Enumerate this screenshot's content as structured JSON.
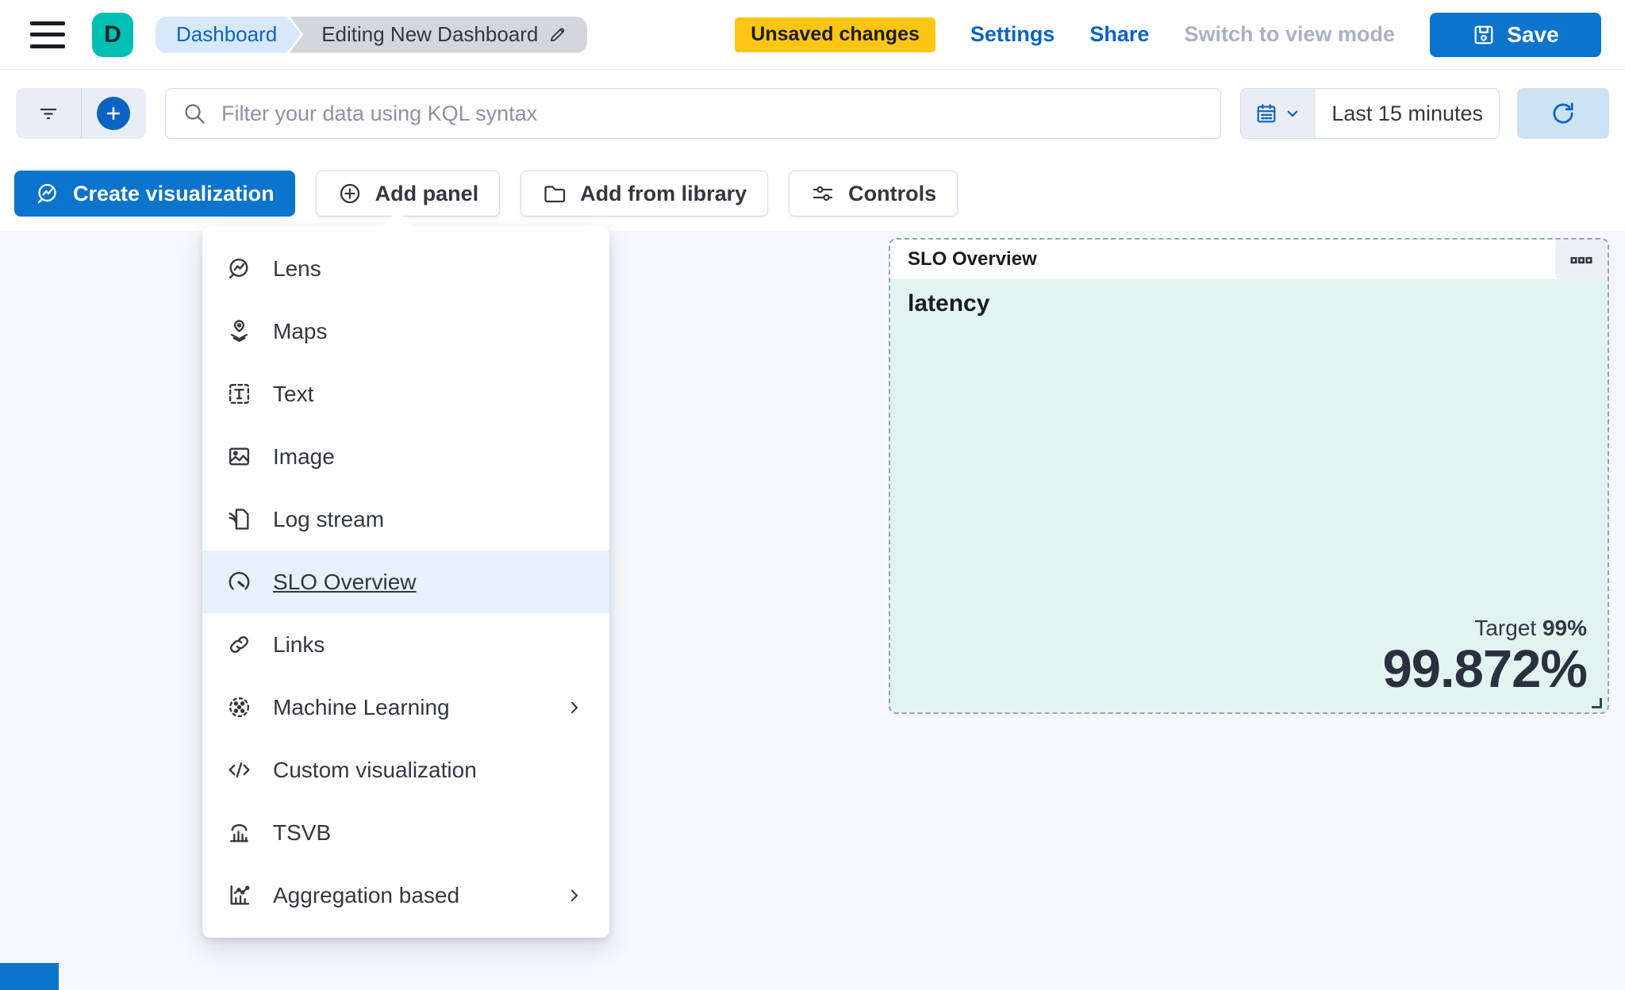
{
  "header": {
    "app_letter": "D",
    "breadcrumbs": {
      "root": "Dashboard",
      "current": "Editing New Dashboard"
    },
    "unsaved_badge": "Unsaved changes",
    "settings_label": "Settings",
    "share_label": "Share",
    "view_mode_label": "Switch to view mode",
    "save_label": "Save"
  },
  "querybar": {
    "search_placeholder": "Filter your data using KQL syntax",
    "time_range": "Last 15 minutes"
  },
  "toolbar": {
    "create_visualization_label": "Create visualization",
    "add_panel_label": "Add panel",
    "add_from_library_label": "Add from library",
    "controls_label": "Controls"
  },
  "add_panel_menu": {
    "items": [
      {
        "label": "Lens",
        "icon": "lens-icon",
        "selected": false,
        "submenu": false
      },
      {
        "label": "Maps",
        "icon": "maps-icon",
        "selected": false,
        "submenu": false
      },
      {
        "label": "Text",
        "icon": "text-icon",
        "selected": false,
        "submenu": false
      },
      {
        "label": "Image",
        "icon": "image-icon",
        "selected": false,
        "submenu": false
      },
      {
        "label": "Log stream",
        "icon": "log-stream-icon",
        "selected": false,
        "submenu": false
      },
      {
        "label": "SLO Overview",
        "icon": "gauge-icon",
        "selected": true,
        "submenu": false
      },
      {
        "label": "Links",
        "icon": "link-icon",
        "selected": false,
        "submenu": false
      },
      {
        "label": "Machine Learning",
        "icon": "machine-learning-icon",
        "selected": false,
        "submenu": true
      },
      {
        "label": "Custom visualization",
        "icon": "code-icon",
        "selected": false,
        "submenu": false
      },
      {
        "label": "TSVB",
        "icon": "tsvb-icon",
        "selected": false,
        "submenu": false
      },
      {
        "label": "Aggregation based",
        "icon": "aggregation-icon",
        "selected": false,
        "submenu": true
      }
    ]
  },
  "slo_panel": {
    "header_title": "SLO Overview",
    "slo_name": "latency",
    "target_label": "Target",
    "target_value": "99%",
    "sli_value": "99.872%"
  },
  "colors": {
    "primary_blue": "#0b74cc",
    "link_blue": "#0b64c2",
    "warning_yellow": "#fec514",
    "logo_teal": "#00bfb3",
    "panel_mint": "#e1f4f0",
    "page_background": "#f7f8fc",
    "text_dark": "#343741",
    "muted_gray": "#a9b2c3",
    "dashed_border": "#98a5b8"
  }
}
